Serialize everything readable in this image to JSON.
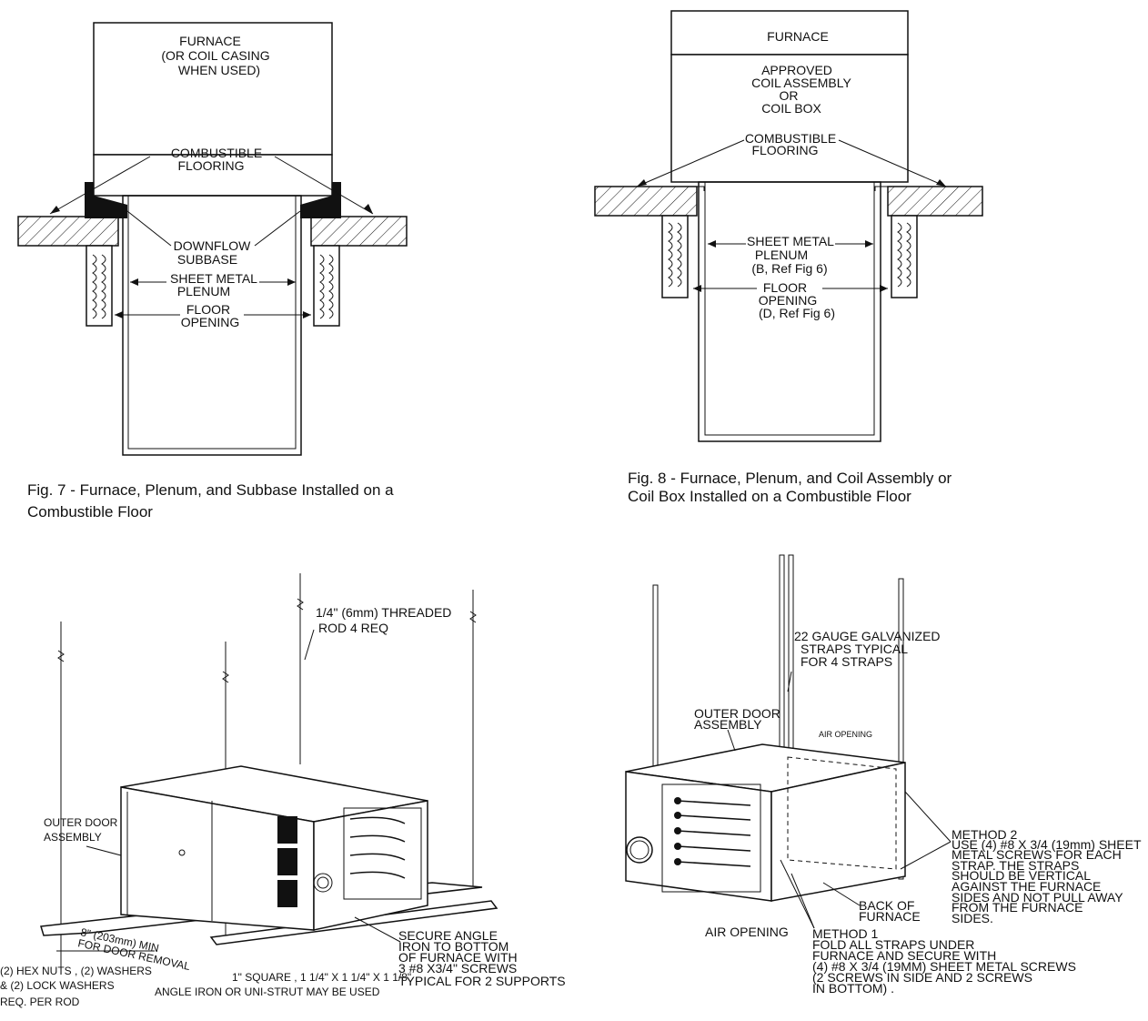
{
  "fig7": {
    "furnace": [
      "FURNACE",
      "(OR COIL CASING",
      "WHEN USED)"
    ],
    "flooring": [
      "COMBUSTIBLE",
      "FLOORING"
    ],
    "subbase": [
      "DOWNFLOW",
      "SUBBASE"
    ],
    "plenum": [
      "SHEET METAL",
      "PLENUM"
    ],
    "opening": [
      "FLOOR",
      "OPENING"
    ],
    "caption": [
      "Fig. 7 - Furnace, Plenum, and Subbase Installed on a",
      "Combustible Floor"
    ]
  },
  "fig8": {
    "furnace": "FURNACE",
    "coil": [
      "APPROVED",
      "COIL ASSEMBLY",
      "OR",
      "COIL BOX"
    ],
    "flooring": [
      "COMBUSTIBLE",
      "FLOORING"
    ],
    "plenum": [
      "SHEET METAL",
      "PLENUM",
      "(B, Ref Fig 6)"
    ],
    "opening": [
      "FLOOR",
      "OPENING",
      "(D, Ref Fig 6)"
    ],
    "caption": [
      "Fig. 8 - Furnace, Plenum, and Coil Assembly or",
      "Coil Box Installed on a Combustible Floor"
    ]
  },
  "fig_left": {
    "rod": [
      "1/4\" (6mm) THREADED",
      "ROD 4 REQ"
    ],
    "door": [
      "OUTER DOOR",
      "ASSEMBLY"
    ],
    "min": [
      "8\" (203mm) MIN",
      "FOR DOOR REMOVAL"
    ],
    "secure": [
      "SECURE ANGLE",
      "IRON TO BOTTOM",
      "OF FURNACE WITH",
      "3 #8 X3/4\" SCREWS",
      "TYPICAL FOR 2 SUPPORTS"
    ],
    "hardware": [
      "(2)  HEX NUTS , (2)  WASHERS",
      "& (2)  LOCK  WASHERS",
      "REQ. PER ROD"
    ],
    "angle": [
      "1\" SQUARE , 1 1/4\" X  1 1/4\"  X  1 1/8\"",
      "ANGLE IRON  OR UNI-STRUT MAY BE USED"
    ]
  },
  "fig_right": {
    "straps": [
      "22 GAUGE GALVANIZED",
      "STRAPS TYPICAL",
      "FOR 4 STRAPS"
    ],
    "door": [
      "OUTER DOOR",
      "ASSEMBLY"
    ],
    "air_top": "AIR OPENING",
    "method2": [
      "METHOD 2",
      "USE (4) #8 X 3/4 (19mm) SHEET",
      "METAL SCREWS FOR EACH",
      "STRAP.  THE STRAPS",
      "SHOULD  BE VERTICAL",
      "AGAINST THE FURNACE",
      "SIDES AND NOT PULL AWAY",
      "FROM THE FURNACE",
      "SIDES."
    ],
    "back": [
      "BACK OF",
      "FURNACE"
    ],
    "air_bottom": "AIR OPENING",
    "method1": [
      "METHOD 1",
      "FOLD ALL STRAPS UNDER",
      "FURNACE AND SECURE WITH",
      "(4)  #8 X 3/4 (19MM) SHEET METAL SCREWS",
      "(2 SCREWS IN SIDE AND 2 SCREWS",
      "IN BOTTOM) ."
    ]
  }
}
